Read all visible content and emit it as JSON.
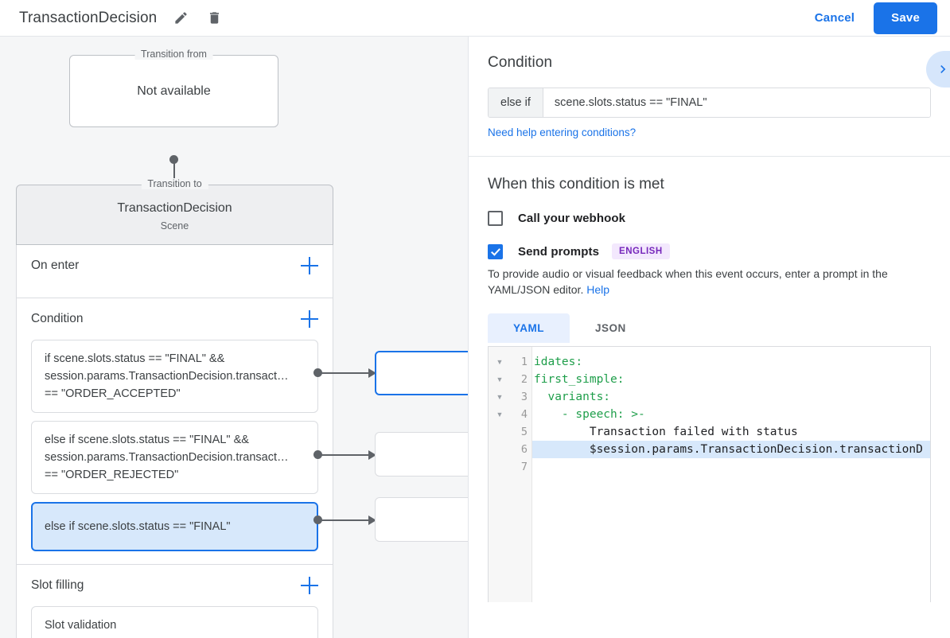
{
  "topbar": {
    "title": "TransactionDecision",
    "edit_icon": "pencil-icon",
    "delete_icon": "trash-icon",
    "cancel_label": "Cancel",
    "save_label": "Save",
    "accent_color": "#1a73e8"
  },
  "canvas": {
    "transition_from": {
      "legend": "Transition from",
      "value": "Not available"
    },
    "transition_to": {
      "legend": "Transition to",
      "title": "TransactionDecision",
      "subtitle": "Scene"
    },
    "sections": [
      {
        "title": "On enter",
        "add_label": "+"
      },
      {
        "title": "Condition",
        "add_label": "+"
      },
      {
        "title": "Slot filling",
        "add_label": "+"
      }
    ],
    "conditions": [
      {
        "line1": "if scene.slots.status == \"FINAL\" &&",
        "line2": "session.params.TransactionDecision.transact…",
        "line3": "== \"ORDER_ACCEPTED\"",
        "selected": false
      },
      {
        "line1": "else if scene.slots.status == \"FINAL\" &&",
        "line2": "session.params.TransactionDecision.transact…",
        "line3": "== \"ORDER_REJECTED\"",
        "selected": false
      },
      {
        "line1": "else if scene.slots.status == \"FINAL\"",
        "line2": "",
        "line3": "",
        "selected": true
      }
    ],
    "slot_filling": {
      "card_label": "Slot validation"
    }
  },
  "right_panel": {
    "heading": "Condition",
    "collapse_icon": "chevron-right-icon",
    "condition_prefix": "else if",
    "condition_value": "scene.slots.status == \"FINAL\"",
    "help_link": "Need help entering conditions?",
    "when_heading": "When this condition is met",
    "webhook": {
      "label": "Call your webhook",
      "checked": false
    },
    "prompts": {
      "label": "Send prompts",
      "badge": "ENGLISH",
      "checked": true
    },
    "description": "To provide audio or visual feedback when this event occurs, enter a prompt in the YAML/JSON editor.",
    "description_link": "Help",
    "tabs": [
      {
        "label": "YAML",
        "active": true
      },
      {
        "label": "JSON",
        "active": false
      }
    ],
    "editor": {
      "lines": [
        {
          "num": "1",
          "fold": true,
          "text": "idates:",
          "highlight": false
        },
        {
          "num": "2",
          "fold": true,
          "text": "first_simple:",
          "highlight": false
        },
        {
          "num": "3",
          "fold": true,
          "text": "  variants:",
          "highlight": false
        },
        {
          "num": "4",
          "fold": true,
          "text": "    - speech: >-",
          "highlight": false
        },
        {
          "num": "5",
          "fold": false,
          "text": "        Transaction failed with status",
          "highlight": false
        },
        {
          "num": "6",
          "fold": false,
          "text": "        $session.params.TransactionDecision.transactionD",
          "highlight": true
        },
        {
          "num": "7",
          "fold": false,
          "text": "",
          "highlight": false
        }
      ]
    }
  }
}
